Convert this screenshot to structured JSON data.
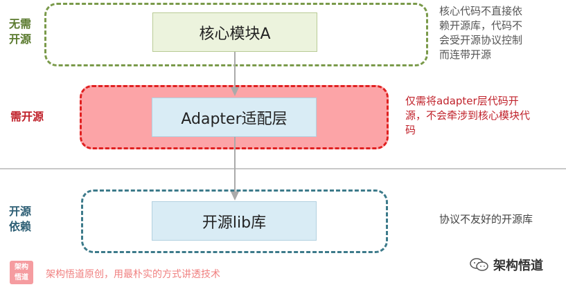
{
  "labels": {
    "top": [
      "无需",
      "开源"
    ],
    "middle": "需开源",
    "bottom": [
      "开源",
      "依赖"
    ]
  },
  "boxes": {
    "core": "核心模块A",
    "adapter": "Adapter适配层",
    "lib": "开源lib库"
  },
  "notes": {
    "top": [
      "核心代码不直接依",
      "赖开源库，代码不",
      "会受开源协议控制",
      "而连带开源"
    ],
    "middle": [
      "仅需将adapter层代码开",
      "源，不会牵涉到核心模块代",
      "码"
    ],
    "bottom": "协议不友好的开源库"
  },
  "footer": {
    "logo_lines": [
      "架构",
      "悟道"
    ],
    "text": "架构悟道原创，用最朴实的方式讲透技术",
    "brand": "架构悟道"
  },
  "colors": {
    "top_region": "#7a9a4a",
    "middle_region_fill": "#fca4a7",
    "middle_region_border": "#e02020",
    "bottom_region": "#3c7a8a",
    "arrow": "#aaaaaa"
  },
  "icons": [
    "arrow-down-icon",
    "wechat-icon"
  ]
}
